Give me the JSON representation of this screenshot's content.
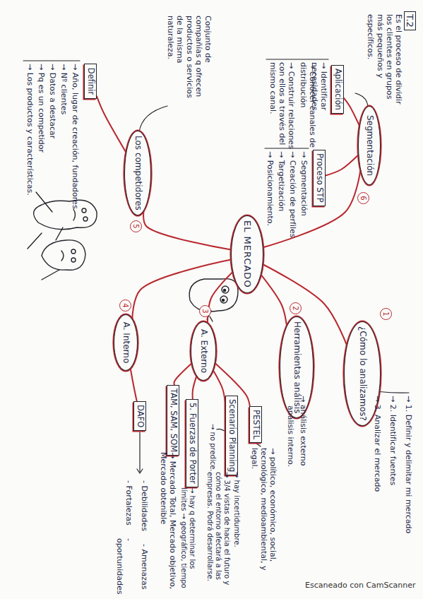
{
  "diagram": {
    "title": "T.2",
    "nodes": [
      {
        "text": [
          "EL MERCADO"
        ]
      },
      {
        "text": [
          "¿Cómo lo analizamos?"
        ]
      },
      {
        "text": [
          "Herramientas análisis"
        ]
      },
      {
        "text": [
          "A. Externo"
        ]
      },
      {
        "text": [
          "A. Interno"
        ]
      },
      {
        "text": [
          "Los competidores"
        ]
      },
      {
        "text": [
          "Segmentación"
        ]
      },
      {
        "text": [
          "Aplicación"
        ]
      },
      {
        "text": [
          "Proceso STP"
        ]
      },
      {
        "text": [
          "Definir"
        ]
      },
      {
        "text": [
          "DAFO"
        ]
      },
      {
        "text": [
          "PESTEL"
        ]
      },
      {
        "text": [
          "Scenario Planning"
        ]
      },
      {
        "text": [
          "5. Fuerzas de Porter"
        ]
      },
      {
        "text": [
          "TAM, SAM, SOM"
        ]
      }
    ],
    "edges": [
      {
        "from": 0,
        "to": 1,
        "arrow": "none"
      },
      {
        "from": 0,
        "to": 2,
        "arrow": "none"
      },
      {
        "from": 0,
        "to": 3,
        "arrow": "none"
      },
      {
        "from": 0,
        "to": 4,
        "arrow": "none"
      },
      {
        "from": 0,
        "to": 5,
        "arrow": "none"
      },
      {
        "from": 0,
        "to": 6,
        "arrow": "none"
      },
      {
        "from": 6,
        "to": 7,
        "arrow": "none"
      },
      {
        "from": 6,
        "to": 8,
        "arrow": "none"
      },
      {
        "from": 5,
        "to": 9,
        "arrow": "none"
      },
      {
        "from": 4,
        "to": 10,
        "arrow": "none"
      },
      {
        "from": 3,
        "to": 11,
        "arrow": "none"
      },
      {
        "from": 3,
        "to": 12,
        "arrow": "none"
      },
      {
        "from": 3,
        "to": 13,
        "arrow": "none"
      },
      {
        "from": 3,
        "to": 14,
        "arrow": "none"
      }
    ],
    "labels": [
      "Es el proceso de dividir los clientes en grupos más pequeños y específicos.",
      "→ Identificar necesidades",
      "→ Conocer canales de distribución",
      "→ Construir relaciones con ellos a través del mismo canal.",
      "→ Segmentación",
      "→ Creación de perfiles",
      "→ Targetización",
      "→ Posicionamiento.",
      "6",
      "Conjunto de compañías q ofrecen productos o servicios de la misma naturaleza.",
      "→ Año, lugar de creación, fundadores",
      "→ Nº clientes",
      "→ Datos a destacar",
      "→ Pq es un competidor",
      "→ Los productos y características.",
      "5",
      "4",
      "- Debilidades",
      "- Amenazas",
      "- Fortalezas",
      "- oportunidades",
      "3",
      "→ Mercado Total, Mercado objetivo, Mercado obtenible",
      "→ hay incertidumbre.",
      "→ 3/4 vistas de hacia el futuro y cómo el entorno afectará a las empresas. Podrá desarrollarse.",
      "→ no predice.",
      "→ hay q determinar los límites → geográfico, tiempo",
      "→ político, económico, social, tecnológico, medioambiental, y legal.",
      "2",
      "→ análisis externo",
      "análisis interno.",
      "1",
      "→ 1. Definir y delimitar mi mercado",
      "→ 2. Identificar fuentes",
      "→ 3. Analizar el mercado",
      "Escaneado con CamScanner"
    ]
  }
}
